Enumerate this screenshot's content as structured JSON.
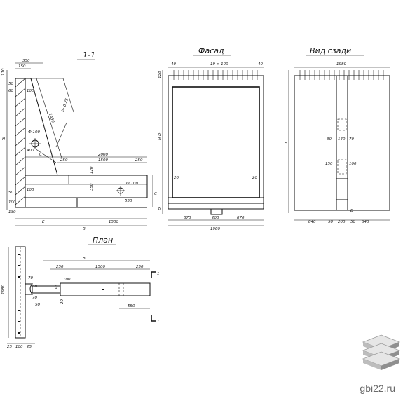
{
  "titles": {
    "section": "1-1",
    "facade": "Фасад",
    "back_view": "Вид сзади",
    "plan": "План"
  },
  "section_view": {
    "dims": {
      "top_350": "350",
      "top_150": "150",
      "left_110": "110",
      "left_50a": "50",
      "left_60": "60",
      "h_label": "H",
      "d_100_top": "100",
      "slope_1450": "1450",
      "slope_ratio": "i= 0,25",
      "hole_100": "Ф 100",
      "d_400": "400",
      "c_label": "C",
      "d_2000": "2000",
      "d_250a": "250",
      "d_1500": "1500",
      "d_250b": "250",
      "d_120": "120",
      "d_350": "350",
      "hole_100b": "Ф 100",
      "d_550": "550",
      "c_label_right": "C",
      "d_100_base": "100",
      "left_50b": "50",
      "left_100": "100",
      "left_130": "130",
      "e_label": "E",
      "d_1500_bottom": "1500",
      "b_label": "B"
    }
  },
  "facade_view": {
    "dims": {
      "top_40a": "40",
      "top_19x100": "19 × 100",
      "top_40b": "40",
      "left_120": "120",
      "h_d": "H-D",
      "d_20a": "20",
      "d_20b": "20",
      "d_label": "D",
      "bottom_870a": "870",
      "bottom_200": "200",
      "bottom_870b": "870",
      "bottom_1980": "1980"
    }
  },
  "back_view": {
    "dims": {
      "top_1980": "1980",
      "h_label": "H",
      "d_30a": "30",
      "d_140": "140",
      "d_70": "70",
      "d_150": "150",
      "d_100": "100",
      "d_label": "D",
      "bottom_840a": "840",
      "bottom_50": "50",
      "bottom_200": "200",
      "bottom_50b": "50",
      "bottom_840b": "840"
    }
  },
  "plan_view": {
    "dims": {
      "left_1980": "1980",
      "top_b": "B",
      "d_250a": "250",
      "d_1500": "1500",
      "d_250b": "250",
      "d_70": "70",
      "d_50a": "50",
      "d_30": "30",
      "d_100": "100",
      "d_20": "20",
      "d_50b": "50",
      "d_70b": "70",
      "d_550": "550",
      "bottom_25a": "25",
      "bottom_100": "100",
      "bottom_25b": "25",
      "section_mark_top": "1",
      "section_mark_bottom": "1"
    }
  },
  "brand": {
    "site": "gbi22.ru",
    "logo_icon": "stacked-slabs-icon"
  }
}
